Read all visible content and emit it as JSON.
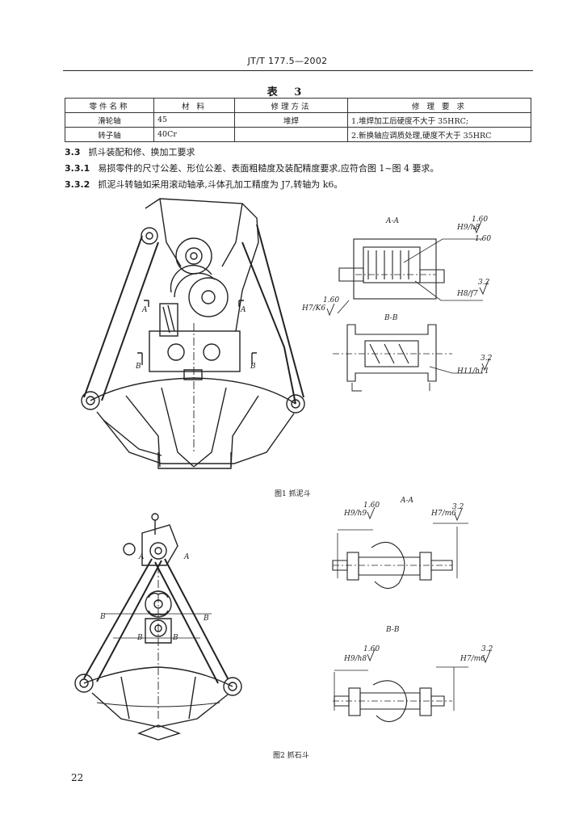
{
  "header": {
    "standard_code": "JT/T 177.5—2002"
  },
  "table": {
    "caption": "表 3",
    "columns": [
      "零件名称",
      "材 料",
      "修理方法",
      "修 理 要 求"
    ],
    "rows": [
      {
        "part": "滑轮轴",
        "material": "45",
        "method": "堆焊",
        "requirement": "1.堆焊加工后硬度不大于 35HRC;"
      },
      {
        "part": "转子轴",
        "material": "40Cr",
        "method": "",
        "requirement": "2.新换轴应调质处理,硬度不大于 35HRC"
      }
    ]
  },
  "paragraphs": [
    {
      "num": "3.3",
      "text": "抓斗装配和修、换加工要求"
    },
    {
      "num": "3.3.1",
      "text": "易损零件的尺寸公差、形位公差、表面粗糙度及装配精度要求,应符合图 1~图 4 要求。"
    },
    {
      "num": "3.3.2",
      "text": "抓泥斗转轴如采用滚动轴承,斗体孔加工精度为 J7,转轴为 k6。"
    }
  ],
  "figure1": {
    "caption": "图1 抓泥斗",
    "section_labels": [
      "A-A",
      "B-B",
      "A",
      "A",
      "B",
      "B"
    ],
    "fits": [
      "H9/h8",
      "H8/f7",
      "H7/K6",
      "H11/h11"
    ],
    "roughness": [
      "1.60",
      "1.60",
      "3.2",
      "1.60",
      "3.2"
    ]
  },
  "figure2": {
    "caption": "图2 抓石斗",
    "section_labels": [
      "A-A",
      "B-B",
      "A",
      "A",
      "B",
      "B",
      "B",
      "B"
    ],
    "fits": [
      "H9/h9",
      "H7/m6",
      "H9/h8",
      "H7/m6"
    ],
    "roughness": [
      "1.60",
      "3.2",
      "1.60",
      "3.2"
    ]
  },
  "page_number": "22"
}
